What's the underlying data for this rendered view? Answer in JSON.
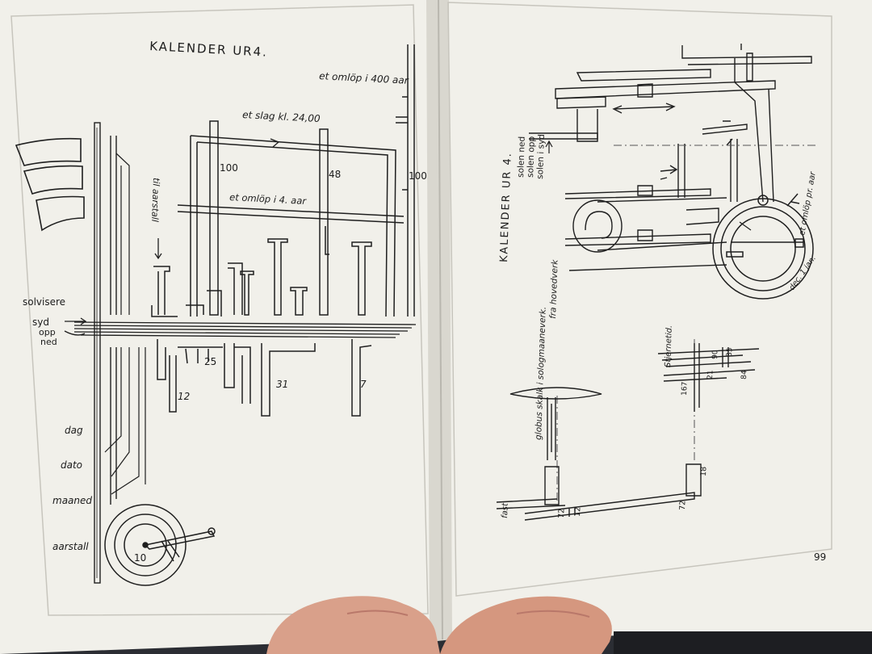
{
  "book": {
    "background_color": "#2b2d33",
    "page_color": "#f1f0ea",
    "left_page": {
      "title": "KALENDER  UR4.",
      "labels": {
        "cycle_400": "et omlöp i 400 aar",
        "strike_24": "et slag  kl. 24,00",
        "cycle_4": "et omlöp i 4. aar",
        "aarstall_vertical": "til aarstall",
        "solvisere": "solvisere",
        "syd": "syd",
        "opp": "opp",
        "ned": "ned",
        "dag": "dag",
        "dato": "dato",
        "maaned": "maaned",
        "aarstall": "aarstall"
      },
      "gear_numbers": {
        "n100_left": "100",
        "n48": "48",
        "n100_right": "100",
        "n25": "25",
        "n12": "12",
        "n31": "31",
        "n7": "7",
        "n10": "10"
      }
    },
    "right_page": {
      "title": "KALENDER  UR 4.",
      "labels": {
        "solen_ned": "solen ned",
        "solen_opp": "solen opp",
        "solen_i_syd": "solen i syd",
        "fra_hovedverk": "fra hovedverk",
        "cycle_year": "et omlöp pr. aar",
        "dec_jan": "dec. 1 jan.",
        "globus": "globus skalk i sologmaaneverk.",
        "stjernetid": "Stjernetid.",
        "fast": "fast"
      },
      "gear_numbers": {
        "g72a": "72",
        "g12": "12",
        "g72b": "72",
        "g18": "18",
        "g167": "167",
        "g21": "21",
        "g84": "84",
        "g90": "90",
        "g35": "35"
      },
      "page_number": "99"
    }
  }
}
